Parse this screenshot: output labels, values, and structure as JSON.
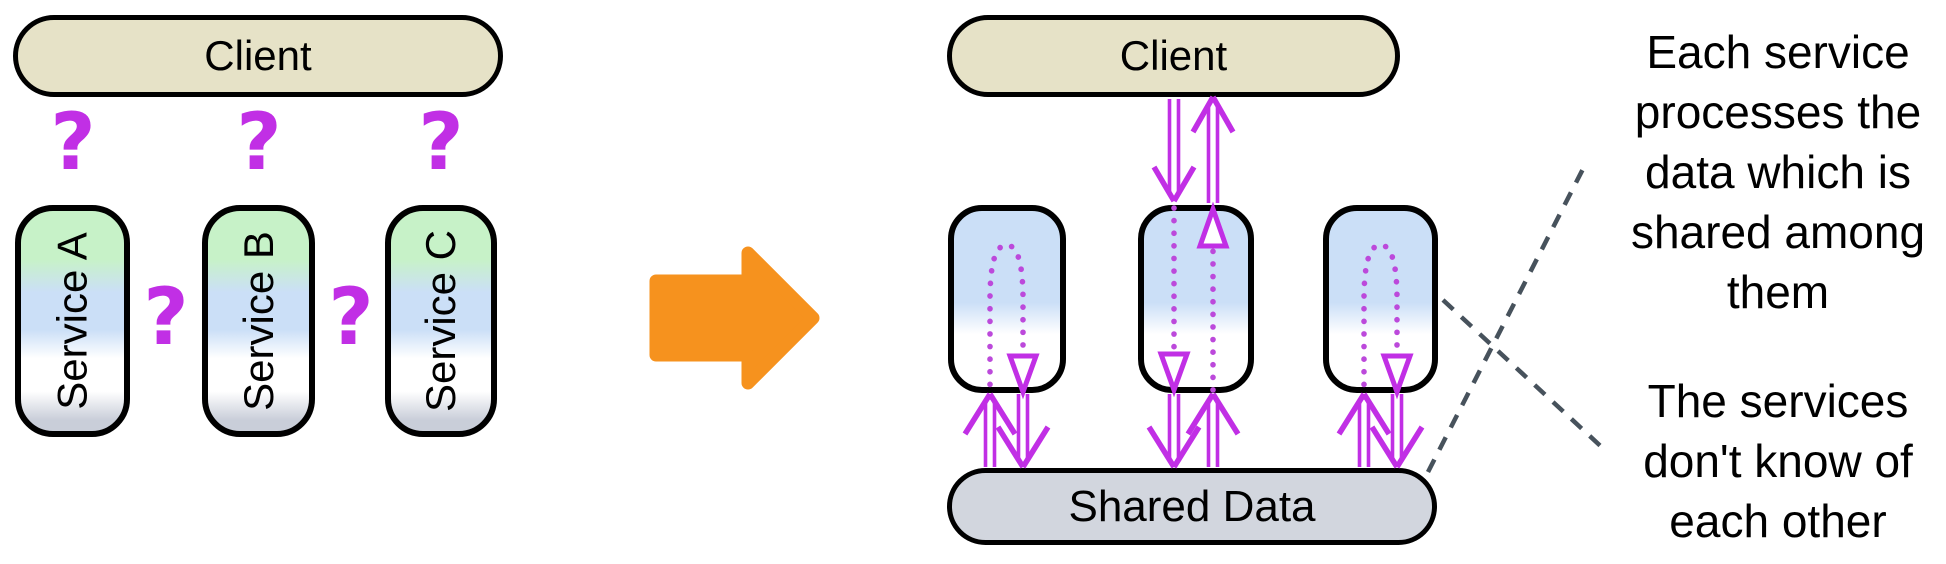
{
  "colors": {
    "magenta": "#C12FE5",
    "magenta-dots": "#BC49DB",
    "orange": "#F6921E",
    "client-fill": "#E6E2C7",
    "shared-fill": "#D2D6DE",
    "service-green": "#C7F2C8",
    "service-blue": "#CBDFF7",
    "service-gray": "#C9CED9",
    "dashed": "#47525C",
    "text": "#000000"
  },
  "left_diagram": {
    "client_label": "Client",
    "services": [
      {
        "label": "Service A"
      },
      {
        "label": "Service B"
      },
      {
        "label": "Service C"
      }
    ],
    "question_mark": "?"
  },
  "icons": {
    "transition_arrow": "block-arrow-right",
    "request_arrows": "double-line-vertical-arrows",
    "processing_loop": "dotted-hairpin-loop"
  },
  "right_diagram": {
    "client_label": "Client",
    "shared_data_label": "Shared Data",
    "annotations": {
      "shared_data_note": "Each service\nprocesses the\ndata which is\nshared among\nthem",
      "services_note": "The services\ndon't know of\neach other"
    }
  }
}
